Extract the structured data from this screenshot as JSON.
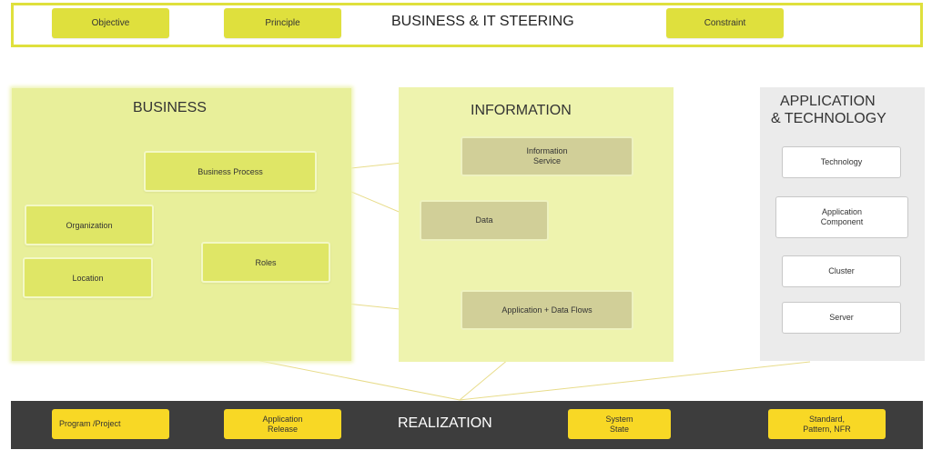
{
  "steering": {
    "title": "BUSINESS & IT STEERING",
    "objective": "Objective",
    "principle": "Principle",
    "constraint": "Constraint"
  },
  "business": {
    "title": "BUSINESS",
    "business_process": "Business Process",
    "organization": "Organization",
    "roles": "Roles",
    "location": "Location"
  },
  "information": {
    "title": "INFORMATION",
    "information_service": "Information Service",
    "data": "Data",
    "app_data_flows": "Application + Data Flows"
  },
  "app_tech": {
    "title_line1": "APPLICATION",
    "title_line2": "& TECHNOLOGY",
    "technology": "Technology",
    "application_component": "Application Component",
    "cluster": "Cluster",
    "server": "Server"
  },
  "realization": {
    "title": "REALIZATION",
    "program_project": "Program /Project",
    "application_release": "Application Release",
    "system_state": "System State",
    "standard_pattern_nfr": "Standard, Pattern, NFR"
  },
  "colors": {
    "steering_yellow": "#dfe03d",
    "business_panel": "#e8ef9a",
    "information_panel": "#eef3ae",
    "app_panel": "#ebebeb",
    "realization_bar": "#3d3d3d",
    "realization_node": "#f8d825",
    "connector": "#e6d97a"
  }
}
